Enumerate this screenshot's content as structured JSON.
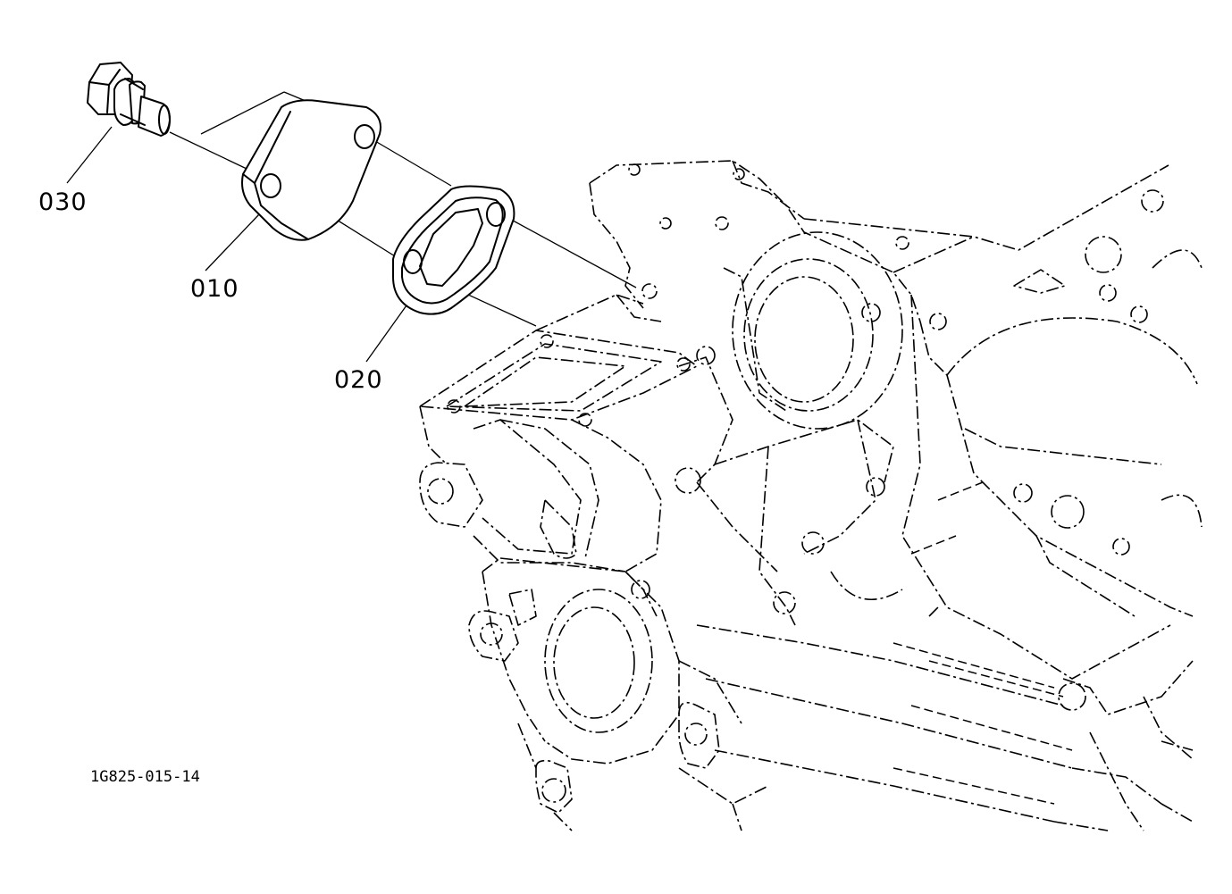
{
  "diagram": {
    "part_labels": [
      {
        "id": "bolt",
        "text": "030"
      },
      {
        "id": "cover",
        "text": "010"
      },
      {
        "id": "gasket",
        "text": "020"
      }
    ],
    "drawing_code": "1G825-015-14",
    "colors": {
      "line": "#000000",
      "background": "#ffffff"
    }
  }
}
